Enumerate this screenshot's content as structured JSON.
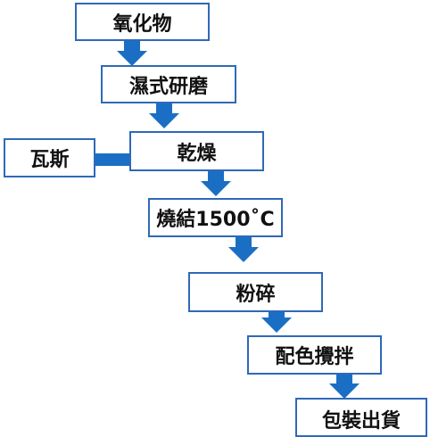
{
  "diagram": {
    "steps": [
      {
        "id": "oxide",
        "label": "氧化物"
      },
      {
        "id": "wet-grinding",
        "label": "濕式研磨"
      },
      {
        "id": "drying",
        "label": "乾燥"
      },
      {
        "id": "sintering",
        "label": "燒結1500˚C"
      },
      {
        "id": "crushing",
        "label": "粉碎"
      },
      {
        "id": "color-mixing",
        "label": "配色攪拌"
      },
      {
        "id": "packaging",
        "label": "包裝出貨"
      }
    ],
    "side_input": {
      "id": "gas",
      "label": "瓦斯"
    }
  },
  "colors": {
    "box_border": "#2f69b8",
    "arrow_fill": "#1a6fc4",
    "text": "#111111"
  }
}
